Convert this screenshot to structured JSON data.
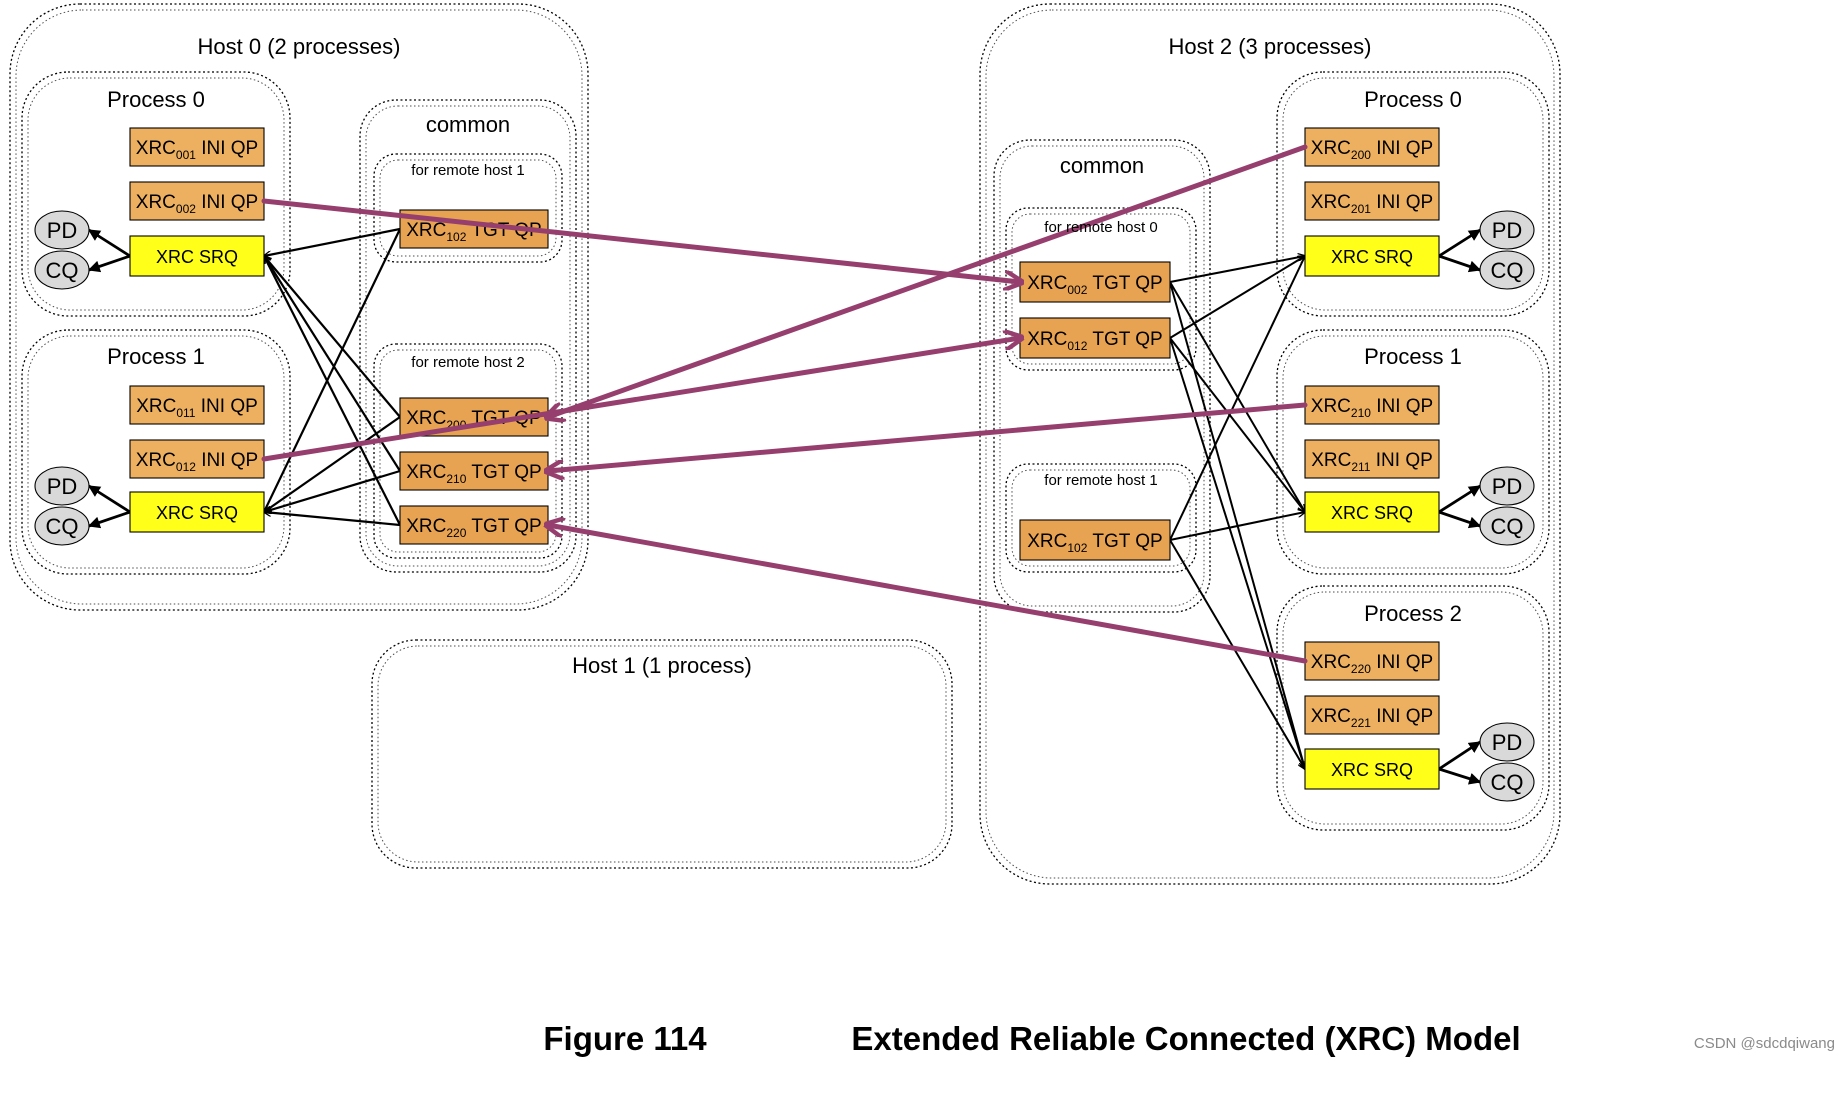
{
  "colors": {
    "ini_qp_fill": "#EDB060",
    "tgt_qp_fill": "#E8A352",
    "srq_fill": "#FFFF1A",
    "oval_fill": "#D9D9D9",
    "connection_arrow": "#963F6E",
    "border": "#000000"
  },
  "hosts": [
    {
      "id": "host0",
      "label": "Host 0 (2 processes)"
    },
    {
      "id": "host1",
      "label": "Host 1 (1 process)"
    },
    {
      "id": "host2",
      "label": "Host 2 (3 processes)"
    }
  ],
  "processes": [
    {
      "id": "h0p0",
      "label": "Process 0"
    },
    {
      "id": "h0p1",
      "label": "Process 1"
    },
    {
      "id": "h2p0",
      "label": "Process 0"
    },
    {
      "id": "h2p1",
      "label": "Process 1"
    },
    {
      "id": "h2p2",
      "label": "Process 2"
    }
  ],
  "common": [
    {
      "id": "h0common",
      "label": "common"
    },
    {
      "id": "h2common",
      "label": "common"
    }
  ],
  "remote_groups": [
    {
      "id": "h0r1",
      "label": "for remote host 1"
    },
    {
      "id": "h0r2",
      "label": "for remote host 2"
    },
    {
      "id": "h2r0",
      "label": "for remote host 0"
    },
    {
      "id": "h2r1",
      "label": "for remote host 1"
    }
  ],
  "queue_pairs": [
    {
      "id": "h0_ini001",
      "kind": "ini",
      "prefix": "XRC",
      "sub": "001",
      "suffix": " INI QP"
    },
    {
      "id": "h0_ini002",
      "kind": "ini",
      "prefix": "XRC",
      "sub": "002",
      "suffix": " INI QP"
    },
    {
      "id": "h0_ini011",
      "kind": "ini",
      "prefix": "XRC",
      "sub": "011",
      "suffix": " INI QP"
    },
    {
      "id": "h0_ini012",
      "kind": "ini",
      "prefix": "XRC",
      "sub": "012",
      "suffix": " INI QP"
    },
    {
      "id": "h0_tgt102",
      "kind": "tgt",
      "prefix": "XRC",
      "sub": "102",
      "suffix": " TGT QP"
    },
    {
      "id": "h0_tgt200",
      "kind": "tgt",
      "prefix": "XRC",
      "sub": "200",
      "suffix": " TGT QP"
    },
    {
      "id": "h0_tgt210",
      "kind": "tgt",
      "prefix": "XRC",
      "sub": "210",
      "suffix": " TGT QP"
    },
    {
      "id": "h0_tgt220",
      "kind": "tgt",
      "prefix": "XRC",
      "sub": "220",
      "suffix": " TGT QP"
    },
    {
      "id": "h2_tgt002",
      "kind": "tgt",
      "prefix": "XRC",
      "sub": "002",
      "suffix": " TGT QP"
    },
    {
      "id": "h2_tgt012",
      "kind": "tgt",
      "prefix": "XRC",
      "sub": "012",
      "suffix": " TGT QP"
    },
    {
      "id": "h2_tgt102",
      "kind": "tgt",
      "prefix": "XRC",
      "sub": "102",
      "suffix": " TGT QP"
    },
    {
      "id": "h2_ini200",
      "kind": "ini",
      "prefix": "XRC",
      "sub": "200",
      "suffix": " INI QP"
    },
    {
      "id": "h2_ini201",
      "kind": "ini",
      "prefix": "XRC",
      "sub": "201",
      "suffix": " INI QP"
    },
    {
      "id": "h2_ini210",
      "kind": "ini",
      "prefix": "XRC",
      "sub": "210",
      "suffix": " INI QP"
    },
    {
      "id": "h2_ini211",
      "kind": "ini",
      "prefix": "XRC",
      "sub": "211",
      "suffix": " INI QP"
    },
    {
      "id": "h2_ini220",
      "kind": "ini",
      "prefix": "XRC",
      "sub": "220",
      "suffix": " INI QP"
    },
    {
      "id": "h2_ini221",
      "kind": "ini",
      "prefix": "XRC",
      "sub": "221",
      "suffix": " INI QP"
    }
  ],
  "srqs": [
    {
      "id": "h0p0_srq",
      "label": "XRC SRQ"
    },
    {
      "id": "h0p1_srq",
      "label": "XRC SRQ"
    },
    {
      "id": "h2p0_srq",
      "label": "XRC SRQ"
    },
    {
      "id": "h2p1_srq",
      "label": "XRC SRQ"
    },
    {
      "id": "h2p2_srq",
      "label": "XRC SRQ"
    }
  ],
  "resources": [
    {
      "id": "h0p0_pd",
      "label": "PD"
    },
    {
      "id": "h0p0_cq",
      "label": "CQ"
    },
    {
      "id": "h0p1_pd",
      "label": "PD"
    },
    {
      "id": "h0p1_cq",
      "label": "CQ"
    },
    {
      "id": "h2p0_pd",
      "label": "PD"
    },
    {
      "id": "h2p0_cq",
      "label": "CQ"
    },
    {
      "id": "h2p1_pd",
      "label": "PD"
    },
    {
      "id": "h2p1_cq",
      "label": "CQ"
    },
    {
      "id": "h2p2_pd",
      "label": "PD"
    },
    {
      "id": "h2p2_cq",
      "label": "CQ"
    }
  ],
  "remote_connections": [
    {
      "from": "h0_ini002",
      "to": "h2_tgt002"
    },
    {
      "from": "h0_ini012",
      "to": "h2_tgt012"
    },
    {
      "from": "h2_ini200",
      "to": "h0_tgt200"
    },
    {
      "from": "h2_ini210",
      "to": "h0_tgt210"
    },
    {
      "from": "h2_ini220",
      "to": "h0_tgt220"
    }
  ],
  "srq_links": [
    {
      "from": "h0_tgt102",
      "to": "h0p0_srq"
    },
    {
      "from": "h0_tgt102",
      "to": "h0p1_srq"
    },
    {
      "from": "h0_tgt200",
      "to": "h0p0_srq"
    },
    {
      "from": "h0_tgt200",
      "to": "h0p1_srq"
    },
    {
      "from": "h0_tgt210",
      "to": "h0p0_srq"
    },
    {
      "from": "h0_tgt210",
      "to": "h0p1_srq"
    },
    {
      "from": "h0_tgt220",
      "to": "h0p0_srq"
    },
    {
      "from": "h0_tgt220",
      "to": "h0p1_srq"
    },
    {
      "from": "h2_tgt002",
      "to": "h2p0_srq"
    },
    {
      "from": "h2_tgt002",
      "to": "h2p1_srq"
    },
    {
      "from": "h2_tgt002",
      "to": "h2p2_srq"
    },
    {
      "from": "h2_tgt012",
      "to": "h2p0_srq"
    },
    {
      "from": "h2_tgt012",
      "to": "h2p1_srq"
    },
    {
      "from": "h2_tgt012",
      "to": "h2p2_srq"
    },
    {
      "from": "h2_tgt102",
      "to": "h2p0_srq"
    },
    {
      "from": "h2_tgt102",
      "to": "h2p1_srq"
    },
    {
      "from": "h2_tgt102",
      "to": "h2p2_srq"
    }
  ],
  "resource_links": [
    {
      "from": "h0p0_srq",
      "to": "h0p0_pd"
    },
    {
      "from": "h0p0_srq",
      "to": "h0p0_cq"
    },
    {
      "from": "h0p1_srq",
      "to": "h0p1_pd"
    },
    {
      "from": "h0p1_srq",
      "to": "h0p1_cq"
    },
    {
      "from": "h2p0_srq",
      "to": "h2p0_pd"
    },
    {
      "from": "h2p0_srq",
      "to": "h2p0_cq"
    },
    {
      "from": "h2p1_srq",
      "to": "h2p1_pd"
    },
    {
      "from": "h2p1_srq",
      "to": "h2p1_cq"
    },
    {
      "from": "h2p2_srq",
      "to": "h2p2_pd"
    },
    {
      "from": "h2p2_srq",
      "to": "h2p2_cq"
    }
  ],
  "caption": {
    "number": "Figure 114",
    "title": "Extended Reliable Connected (XRC) Model"
  },
  "watermark": {
    "text": "CSDN @sdcdqiwang"
  }
}
